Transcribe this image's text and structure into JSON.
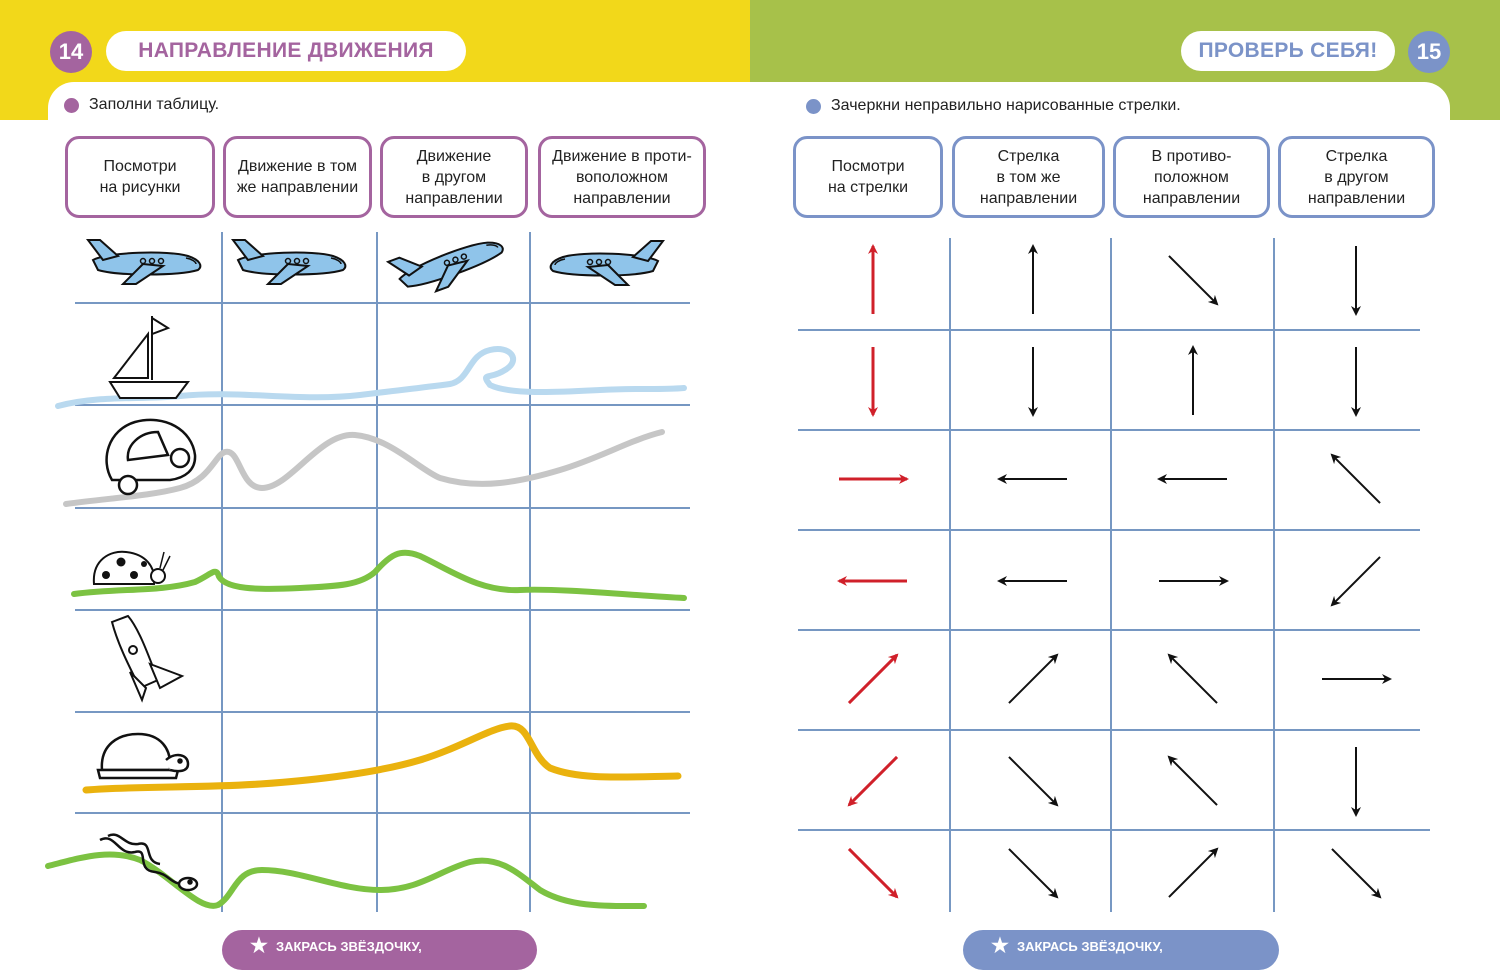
{
  "left_page": {
    "page_number": "14",
    "title": "НАПРАВЛЕНИЕ ДВИЖЕНИЯ",
    "instruction": "Заполни таблицу.",
    "headers": [
      "Посмотри\nна рисунки",
      "Движение в том\nже направлении",
      "Движение\nв другом\nнаправлении",
      "Движение в проти-\nвоположном\nнаправлении"
    ],
    "row_pictures": [
      "sailboat-icon",
      "car-icon",
      "ladybug-icon",
      "rocket-icon",
      "turtle-icon",
      "snake-icon"
    ],
    "footer": "ЗАКРАСЬ ЗВЁЗДОЧКУ,",
    "accent": "#a4649f"
  },
  "right_page": {
    "page_number": "15",
    "title": "ПРОВЕРЬ СЕБЯ!",
    "instruction": "Зачеркни неправильно нарисованные стрелки.",
    "headers": [
      "Посмотри\nна стрелки",
      "Стрелка\nв том же\nнаправлении",
      "В противо-\nположном\nнаправлении",
      "Стрелка\nв другом\nнаправлении"
    ],
    "footer": "ЗАКРАСЬ ЗВЁЗДОЧКУ,",
    "accent": "#7b93c8",
    "arrow_directions": [
      [
        "up",
        "up",
        "down-right",
        "down"
      ],
      [
        "down",
        "down",
        "up",
        "down"
      ],
      [
        "right",
        "left",
        "left",
        "up-left"
      ],
      [
        "left",
        "left",
        "right",
        "down-left"
      ],
      [
        "up-right",
        "up-right",
        "up-left",
        "right"
      ],
      [
        "down-left",
        "down-right",
        "up-left",
        "down"
      ],
      [
        "down-right",
        "down-right",
        "up-right",
        "down-right"
      ]
    ]
  },
  "colors": {
    "yellow_band": "#f2d81a",
    "green_band": "#a7c14a",
    "purple": "#a4649f",
    "blue": "#7b93c8",
    "reference_arrow": "#d0202a",
    "grid_line": "#5f86b8"
  }
}
